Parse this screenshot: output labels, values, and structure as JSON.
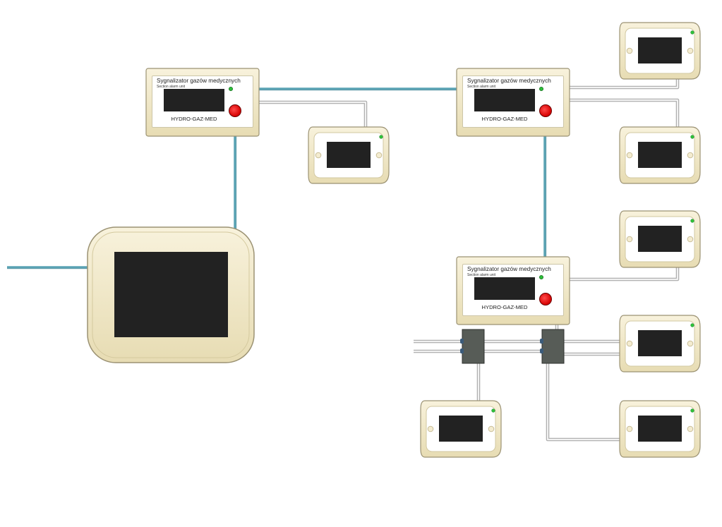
{
  "alarm_unit": {
    "title": "Sygnalizator gazów medycznych",
    "subtitle": "Section alarm unit",
    "brand": "HYDRO-GAZ-MED"
  },
  "colors": {
    "cable_blue": "#5aa3b4",
    "cable_gray": "#d9d9d9",
    "housing": "#f3ebcc",
    "housing_border": "#9b9273",
    "screen": "#222222",
    "led_green": "#2ec23a",
    "alarm_button_red": "#e10000",
    "junction_box": "#555a55"
  },
  "icons": [
    "alarm-button-icon",
    "status-led-icon"
  ]
}
